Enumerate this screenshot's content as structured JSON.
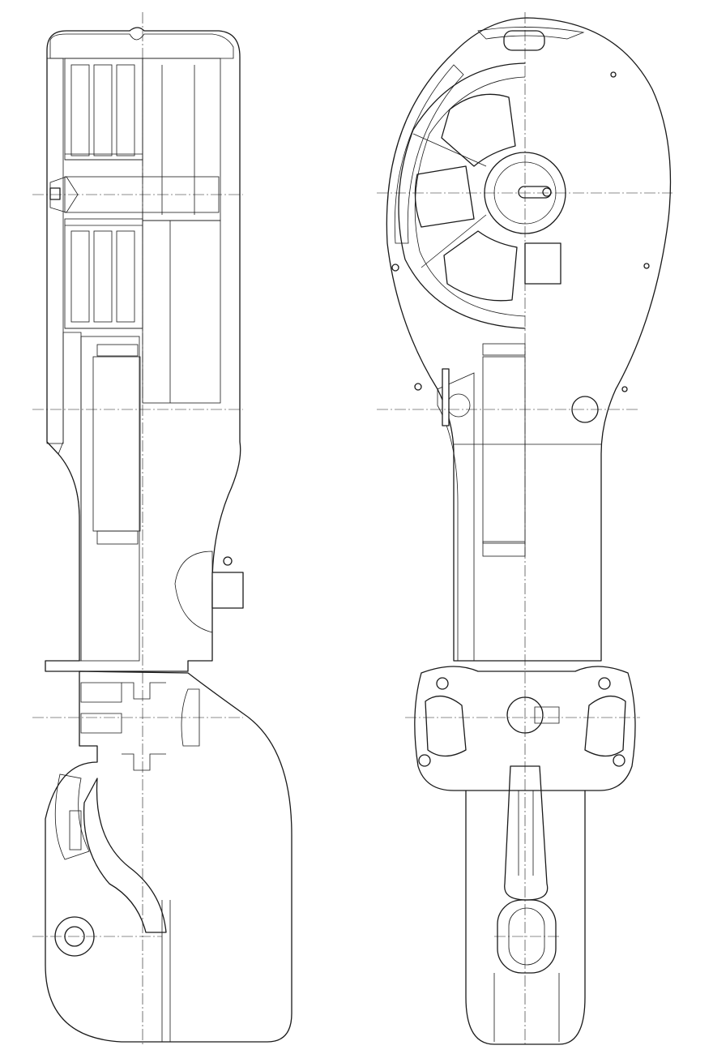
{
  "drawing": {
    "views": [
      {
        "id": "left",
        "kind": "sectional side view"
      },
      {
        "id": "right",
        "kind": "part-section front view"
      }
    ],
    "colors": {
      "line": "#1a1a1a",
      "paper": "#ffffff"
    },
    "text_labels": []
  }
}
